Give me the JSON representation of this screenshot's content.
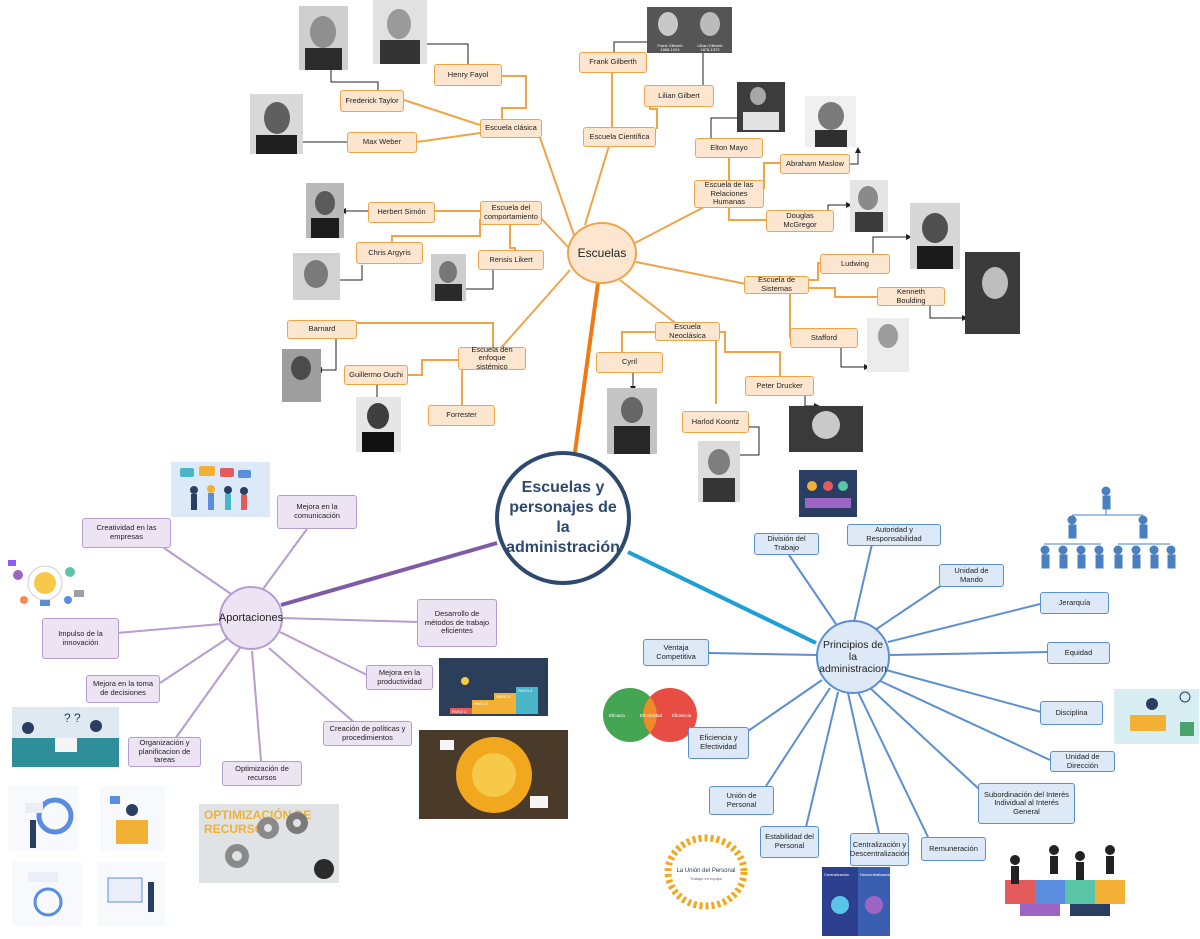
{
  "center": {
    "title": "Escuelas y personajes de la administración"
  },
  "hubs": {
    "escuelas": "Escuelas",
    "aportaciones": "Aportaciones",
    "principios": "Principios de la administracion"
  },
  "escuelas": {
    "clasica": "Escuela clásica",
    "fayol": "Henry Fayol",
    "taylor": "Frederick Taylor",
    "weber": "Max Weber",
    "cientifica": "Escuela Científica",
    "frank": "Frank Gilberth",
    "lilian": "Lilian Gilbert",
    "relaciones": "Escuela de las Relaciones Humanas",
    "mayo": "Elton Mayo",
    "maslow": "Abraham Maslow",
    "mcgregor": "Douglas McGregor",
    "comportamiento": "Escuela del comportamiento",
    "simon": "Herbert Simón",
    "argyris": "Chris Argyris",
    "likert": "Rensis Likert",
    "sistemas": "Escuela de Sistemas",
    "ludwing": "Ludwing",
    "boulding": "Kenneth Boulding",
    "stafford": "Stafford",
    "sistemico": "Escuela den enfoque sistémico",
    "barnard": "Barnard",
    "ouchi": "Guillermo Ouchi",
    "forrester": "Forrester",
    "neoclasica": "Escuela Neoclásica",
    "cyril": "Cyril",
    "drucker": "Peter Drucker",
    "koontz": "Harlod Koontz"
  },
  "gilbreth_captions": {
    "frank": "Frank Gilbreth",
    "frank_years": "1868-1924",
    "lillian": "Lillian Gilbreth",
    "lillian_years": "1878-1972"
  },
  "aportaciones": {
    "comunicacion": "Mejora en la comunicación",
    "creatividad": "Creatividad en las empresas",
    "innovacion": "Impulso de la innovación",
    "toma_decisiones": "Mejora en la toma de decisiones",
    "organizacion": "Organización y planificacion de tareas",
    "optimizacion": "Optimización de recursos",
    "politicas": "Creación de políticas y procedimientos",
    "productividad": "Mejora en la productividad",
    "metodos": "Desarrollo de métodos de trabajo eficientes"
  },
  "principios": {
    "division": "División del Trabajo",
    "autoridad": "Autoridad y Responsabilidad",
    "mando": "Unidad de Mando",
    "jerarquia": "Jerarquía",
    "equidad": "Equidad",
    "disciplina": "Disciplina",
    "direccion": "Unidad de Dirección",
    "subordinacion": "Subordinación del Interés Individual al Interés General",
    "remuneracion": "Remuneración",
    "centralizacion": "Centralización y Descentralización",
    "estabilidad": "Estabilidad del Personal",
    "union": "Unión de Personal",
    "eficiencia": "Eficiencia y Efectividad",
    "ventaja": "Ventaja Competitiva"
  },
  "image_text": {
    "optimizacion_line1": "OPTIMIZACIÓN DE",
    "optimizacion_line2": "RECURSOS",
    "union_title": "La Unión del Personal",
    "union_sub": "Trabajo en equipo",
    "venn_left": "Eficacia",
    "venn_mid": "Efectividad",
    "venn_right": "Eficiencia",
    "centralizacion_left": "Centralización",
    "centralizacion_right": "Descentralización",
    "pasos": [
      "PASO 1",
      "PASO 2",
      "PASO 3",
      "PASO 4"
    ]
  },
  "colors": {
    "orange": "#f0a44a",
    "orange_dark": "#f07a10",
    "purple": "#b79ccf",
    "purple_dark": "#7d5ba6",
    "blue": "#5b8fd1",
    "cyan": "#1e9fd6",
    "navy": "#2d4a6e"
  }
}
